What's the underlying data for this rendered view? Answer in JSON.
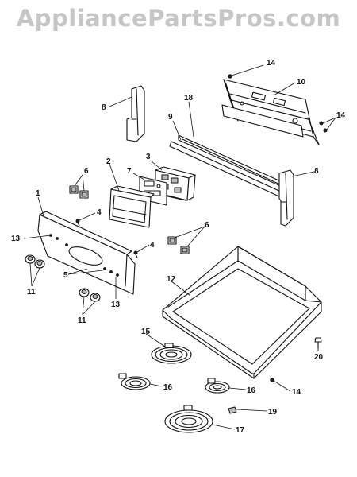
{
  "watermark": "AppliancePartsPros.com",
  "callouts": {
    "c1": "1",
    "c2": "2",
    "c3": "3",
    "c4a": "4",
    "c4b": "4",
    "c5": "5",
    "c6a": "6",
    "c6b": "6",
    "c7": "7",
    "c8a": "8",
    "c8b": "8",
    "c9": "9",
    "c10": "10",
    "c11a": "11",
    "c11b": "11",
    "c12": "12",
    "c13a": "13",
    "c13b": "13",
    "c14a": "14",
    "c14b": "14",
    "c14c": "14",
    "c15": "15",
    "c16a": "16",
    "c16b": "16",
    "c17": "17",
    "c18": "18",
    "c19": "19",
    "c20": "20"
  }
}
